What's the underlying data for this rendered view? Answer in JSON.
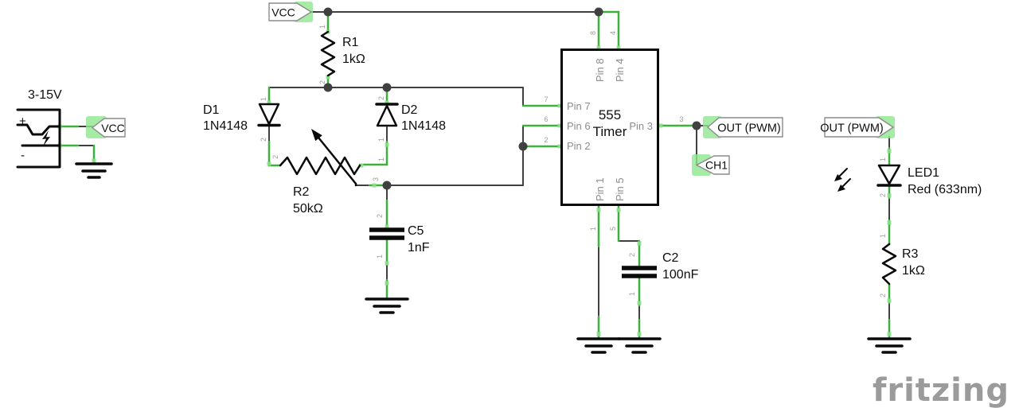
{
  "colors": {
    "canvas": "#ffffff",
    "wire": "#404040",
    "lead_green": "#3db03d",
    "highlight_green": "#90e690",
    "component_black": "#0a0a0a",
    "pin_label_gray": "#8c8c8c",
    "tiny_number_gray": "#9c9c9c",
    "net_label_border": "#8c8c8c",
    "logo_gray": "#9b9b9b"
  },
  "power_jack": {
    "voltage": "3-15V",
    "plus": "+",
    "minus": "-"
  },
  "net_labels": {
    "vcc_source": "VCC",
    "vcc_rail": "VCC",
    "out_pwm_source": "OUT (PWM)",
    "ch1": "CH1",
    "out_pwm_load": "OUT (PWM)"
  },
  "components": {
    "R1": {
      "ref": "R1",
      "value": "1kΩ",
      "pins": {
        "p1": "1",
        "p2": "2"
      }
    },
    "D1": {
      "ref": "D1",
      "value": "1N4148",
      "pins": {
        "p1": "1",
        "p2": "2"
      }
    },
    "D2": {
      "ref": "D2",
      "value": "1N4148",
      "pins": {
        "p1": "1",
        "p2": "2"
      }
    },
    "R2": {
      "ref": "R2",
      "value": "50kΩ",
      "pins": {
        "p1": "1",
        "p2": "2",
        "p3": "3"
      }
    },
    "C5": {
      "ref": "C5",
      "value": "1nF",
      "pins": {
        "p1": "1",
        "p2": "2"
      }
    },
    "IC1": {
      "title": "555",
      "subtitle": "Timer",
      "pin_names": {
        "p1": "Pin 1",
        "p2": "Pin 2",
        "p3": "Pin 3",
        "p4": "Pin 4",
        "p5": "Pin 5",
        "p6": "Pin 6",
        "p7": "Pin 7",
        "p8": "Pin 8"
      },
      "wire_numbers": {
        "n1": "1",
        "n2": "2",
        "n3": "3",
        "n4": "4",
        "n5": "5",
        "n6": "6",
        "n7": "7",
        "n8": "8"
      }
    },
    "C2": {
      "ref": "C2",
      "value": "100nF",
      "pins": {
        "p1": "1",
        "p2": "2"
      }
    },
    "LED1": {
      "ref": "LED1",
      "value": "Red (633nm)",
      "pins": {
        "p1": "1",
        "p2": "2"
      }
    },
    "R3": {
      "ref": "R3",
      "value": "1kΩ",
      "pins": {
        "p1": "1",
        "p2": "2"
      }
    }
  },
  "watermark": "fritzing"
}
